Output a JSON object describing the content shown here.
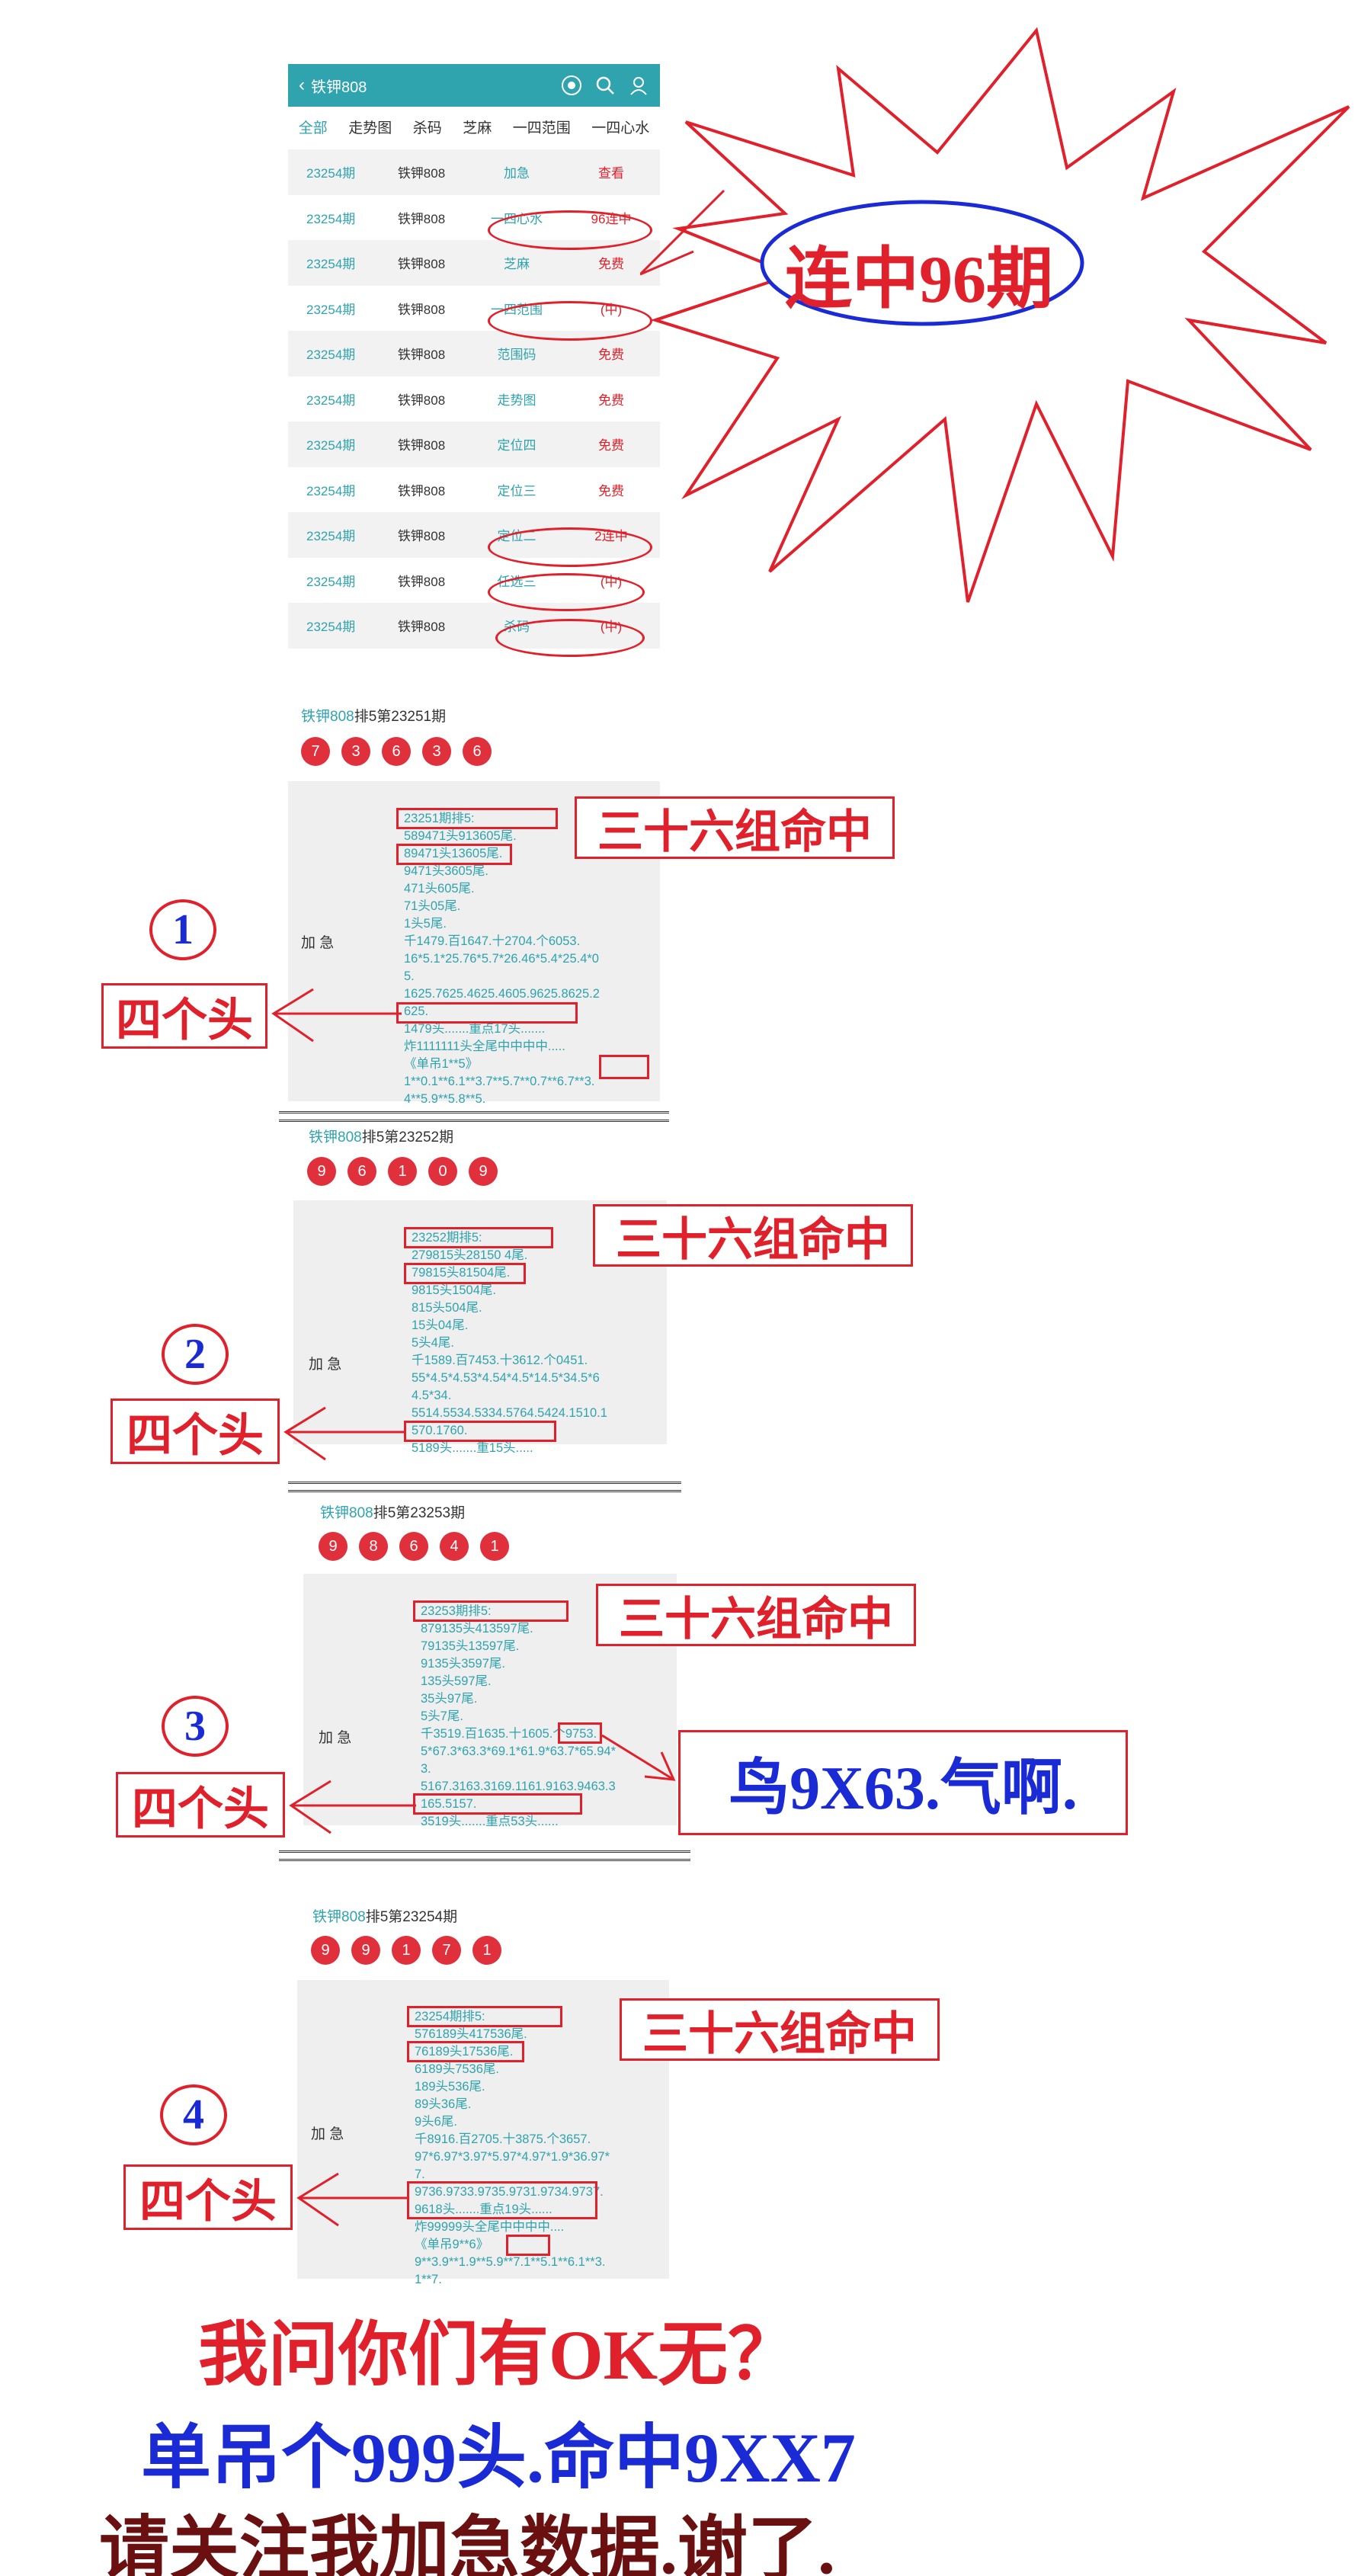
{
  "app": {
    "title": "铁钾808",
    "tabs": [
      "全部",
      "走势图",
      "杀码",
      "芝麻",
      "一四范围",
      "一四心水"
    ],
    "rows": [
      {
        "period": "23254期",
        "name": "铁钾808",
        "item": "加急",
        "status": "查看"
      },
      {
        "period": "23254期",
        "name": "铁钾808",
        "item": "一四心水",
        "status": "96连中"
      },
      {
        "period": "23254期",
        "name": "铁钾808",
        "item": "芝麻",
        "status": "免费"
      },
      {
        "period": "23254期",
        "name": "铁钾808",
        "item": "一四范围",
        "status": "(中)"
      },
      {
        "period": "23254期",
        "name": "铁钾808",
        "item": "范围码",
        "status": "免费"
      },
      {
        "period": "23254期",
        "name": "铁钾808",
        "item": "走势图",
        "status": "免费"
      },
      {
        "period": "23254期",
        "name": "铁钾808",
        "item": "定位四",
        "status": "免费"
      },
      {
        "period": "23254期",
        "name": "铁钾808",
        "item": "定位三",
        "status": "免费"
      },
      {
        "period": "23254期",
        "name": "铁钾808",
        "item": "定位二",
        "status": "2连中"
      },
      {
        "period": "23254期",
        "name": "铁钾808",
        "item": "任选三",
        "status": "(中)"
      },
      {
        "period": "23254期",
        "name": "铁钾808",
        "item": "杀码",
        "status": "(中)"
      }
    ]
  },
  "starburst_text": "连中96期",
  "hit_label": "三十六组命中",
  "heads_label": "四个头",
  "jiaji_label": "加    急",
  "sections": [
    {
      "num": "1",
      "title_name": "铁钾808",
      "title_rest": "排5第23251期",
      "balls": [
        "7",
        "3",
        "6",
        "3",
        "6"
      ],
      "lines": [
        "23251期排5:",
        "58947​1头913605尾.",
        "89471头13605尾.",
        "9471头3605尾.",
        "471头605尾.",
        "71头05尾.",
        "1头5尾.",
        "千1479.百1647.十2704.个6053.",
        "16*5.1*25.76*5.7*26.46*5.4*25.4*0",
        "5.",
        "1625.7625.4625.4605.9625.8625.2",
        "625.",
        "1479头.......重点17头.......",
        "炸1111111头全尾中中中中.....",
        "《单吊1**5》",
        "1**0.1**6.1**3.7**5.7**0.7**6.7**3.",
        "4**5.9**5.8**5."
      ]
    },
    {
      "num": "2",
      "title_name": "铁钾808",
      "title_rest": "排5第23252期",
      "balls": [
        "9",
        "6",
        "1",
        "0",
        "9"
      ],
      "lines": [
        "23252期排5:",
        "279815头28150 4尾.",
        "79815头81504尾.",
        "9815头1504尾.",
        "815头504尾.",
        "15头04尾.",
        "5头4尾.",
        "千1589.百7453.十3612.个0451.",
        "55*4.5*4.53*4.54*4.5*14.5*34.5*6",
        "4.5*34.",
        "5514.5534.5334.5764.5424.1510.1",
        "570.1760.",
        "5189头.......重15头....."
      ]
    },
    {
      "num": "3",
      "title_name": "铁钾808",
      "title_rest": "排5第23253期",
      "balls": [
        "9",
        "8",
        "6",
        "4",
        "1"
      ],
      "lines": [
        "23253期排5:",
        "879135头413597尾.",
        "79135头13597尾.",
        "9135头3597尾.",
        "135头597尾.",
        "35头97尾.",
        "5头7尾.",
        "千3519.百1635.十1605.个9753.",
        "5*67.3*63.3*69.1*61.9*63.7*65.94*",
        "3.",
        "5167.3163.3169.1161.9163.9463.3",
        "165.5157.",
        "3519头.......重点53头......"
      ]
    },
    {
      "num": "4",
      "title_name": "铁钾808",
      "title_rest": "排5第23254期",
      "balls": [
        "9",
        "9",
        "1",
        "7",
        "1"
      ],
      "lines": [
        "23254期排5:",
        "576189头417536尾.",
        "76189头17536尾.",
        "6189头7536尾.",
        "189头536尾.",
        "89头36尾.",
        "9头6尾.",
        "千8916.百2705.十3875.个3657.",
        "97*6.97*3.97*5.97*4.97*1.9*36.97*",
        "7.",
        "9736.9733.9735.9731.9734.9737.",
        "9618头.......重点19头......",
        "炸99999头全尾中中中中....",
        "《单吊9**6》",
        "9**3.9**1.9**5.9**7.1**5.1**6.1**3.",
        "1**7."
      ]
    }
  ],
  "bird_text": "鸟9X63.气啊.",
  "footer": {
    "line1_a": "我问你们有",
    "line1_b": "OK",
    "line1_c": "无？",
    "line2": "单吊个999头.命中9XX7",
    "line3": "请关注我加急数据.谢了."
  },
  "colors": {
    "teal": "#2fa3ae",
    "red": "#e0202a",
    "blue": "#1a2bd6",
    "maroon": "#6b1010"
  }
}
